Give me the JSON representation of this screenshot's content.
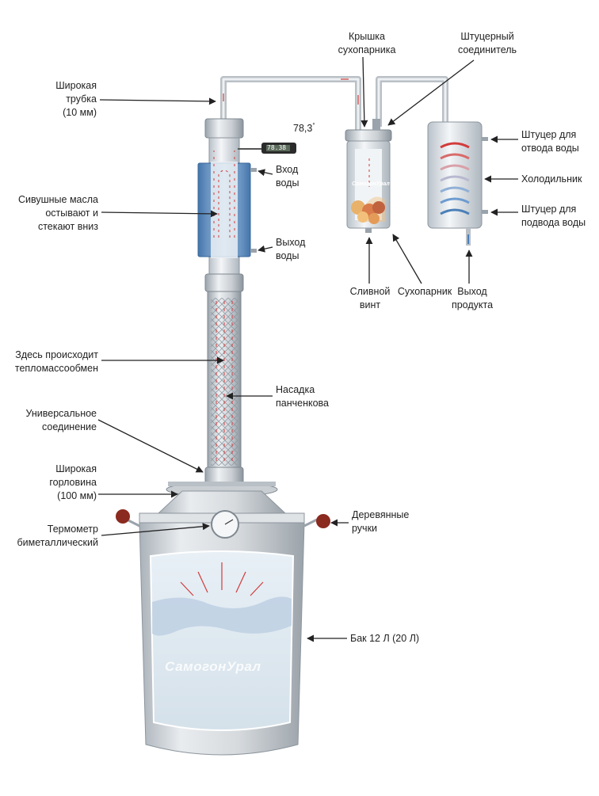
{
  "labels": {
    "wide_tube": [
      "Широкая",
      "трубка",
      "(10 мм)"
    ],
    "lid": [
      "Крышка",
      "сухопарника"
    ],
    "fitting_connector": [
      "Штуцерный",
      "соединитель"
    ],
    "thermometer_reading": "78,3",
    "thermometer_unit": "°",
    "water_in": [
      "Вход",
      "воды"
    ],
    "fusel_oils": [
      "Сивушные масла",
      "остывают и",
      "стекают вниз"
    ],
    "water_out": [
      "Выход",
      "воды"
    ],
    "fitting_water_out": [
      "Штуцер для",
      "отвода воды"
    ],
    "cooler": "Холодильник",
    "fitting_water_in": [
      "Штуцер для",
      "подвода воды"
    ],
    "drain_screw": [
      "Сливной",
      "винт"
    ],
    "dry_steamer": "Сухопарник",
    "product_out": [
      "Выход",
      "продукта"
    ],
    "heat_mass_exchange": [
      "Здесь происходит",
      "тепломассообмен"
    ],
    "panchenkov_packing": [
      "Насадка",
      "панченкова"
    ],
    "universal_joint": [
      "Универсальное",
      "соединение"
    ],
    "wide_neck": [
      "Широкая",
      "горловина",
      "(100 мм)"
    ],
    "wooden_handles": [
      "Деревянные",
      "ручки"
    ],
    "bimetal_thermometer": [
      "Термометр",
      "биметаллический"
    ],
    "tank": "Бак 12 Л (20 Л)"
  },
  "display_value": "78.38",
  "brand": "СамогонУрал",
  "jar_brand": "СамогонУрал",
  "colors": {
    "steel": "#c9ced3",
    "steel_dark": "#9aa3ab",
    "water_blue": "#4b7fb8",
    "flow_red": "#d23b3b",
    "handle": "#8b2a1f"
  }
}
